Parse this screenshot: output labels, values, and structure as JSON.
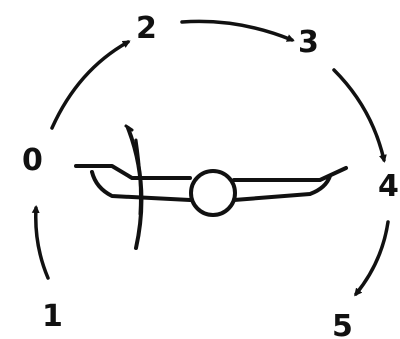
{
  "diagram": {
    "labels": {
      "p0": "0",
      "p1": "1",
      "p2": "2",
      "p3": "3",
      "p4": "4",
      "p5": "5"
    },
    "ink_color": "#111111",
    "background": "#ffffff"
  }
}
